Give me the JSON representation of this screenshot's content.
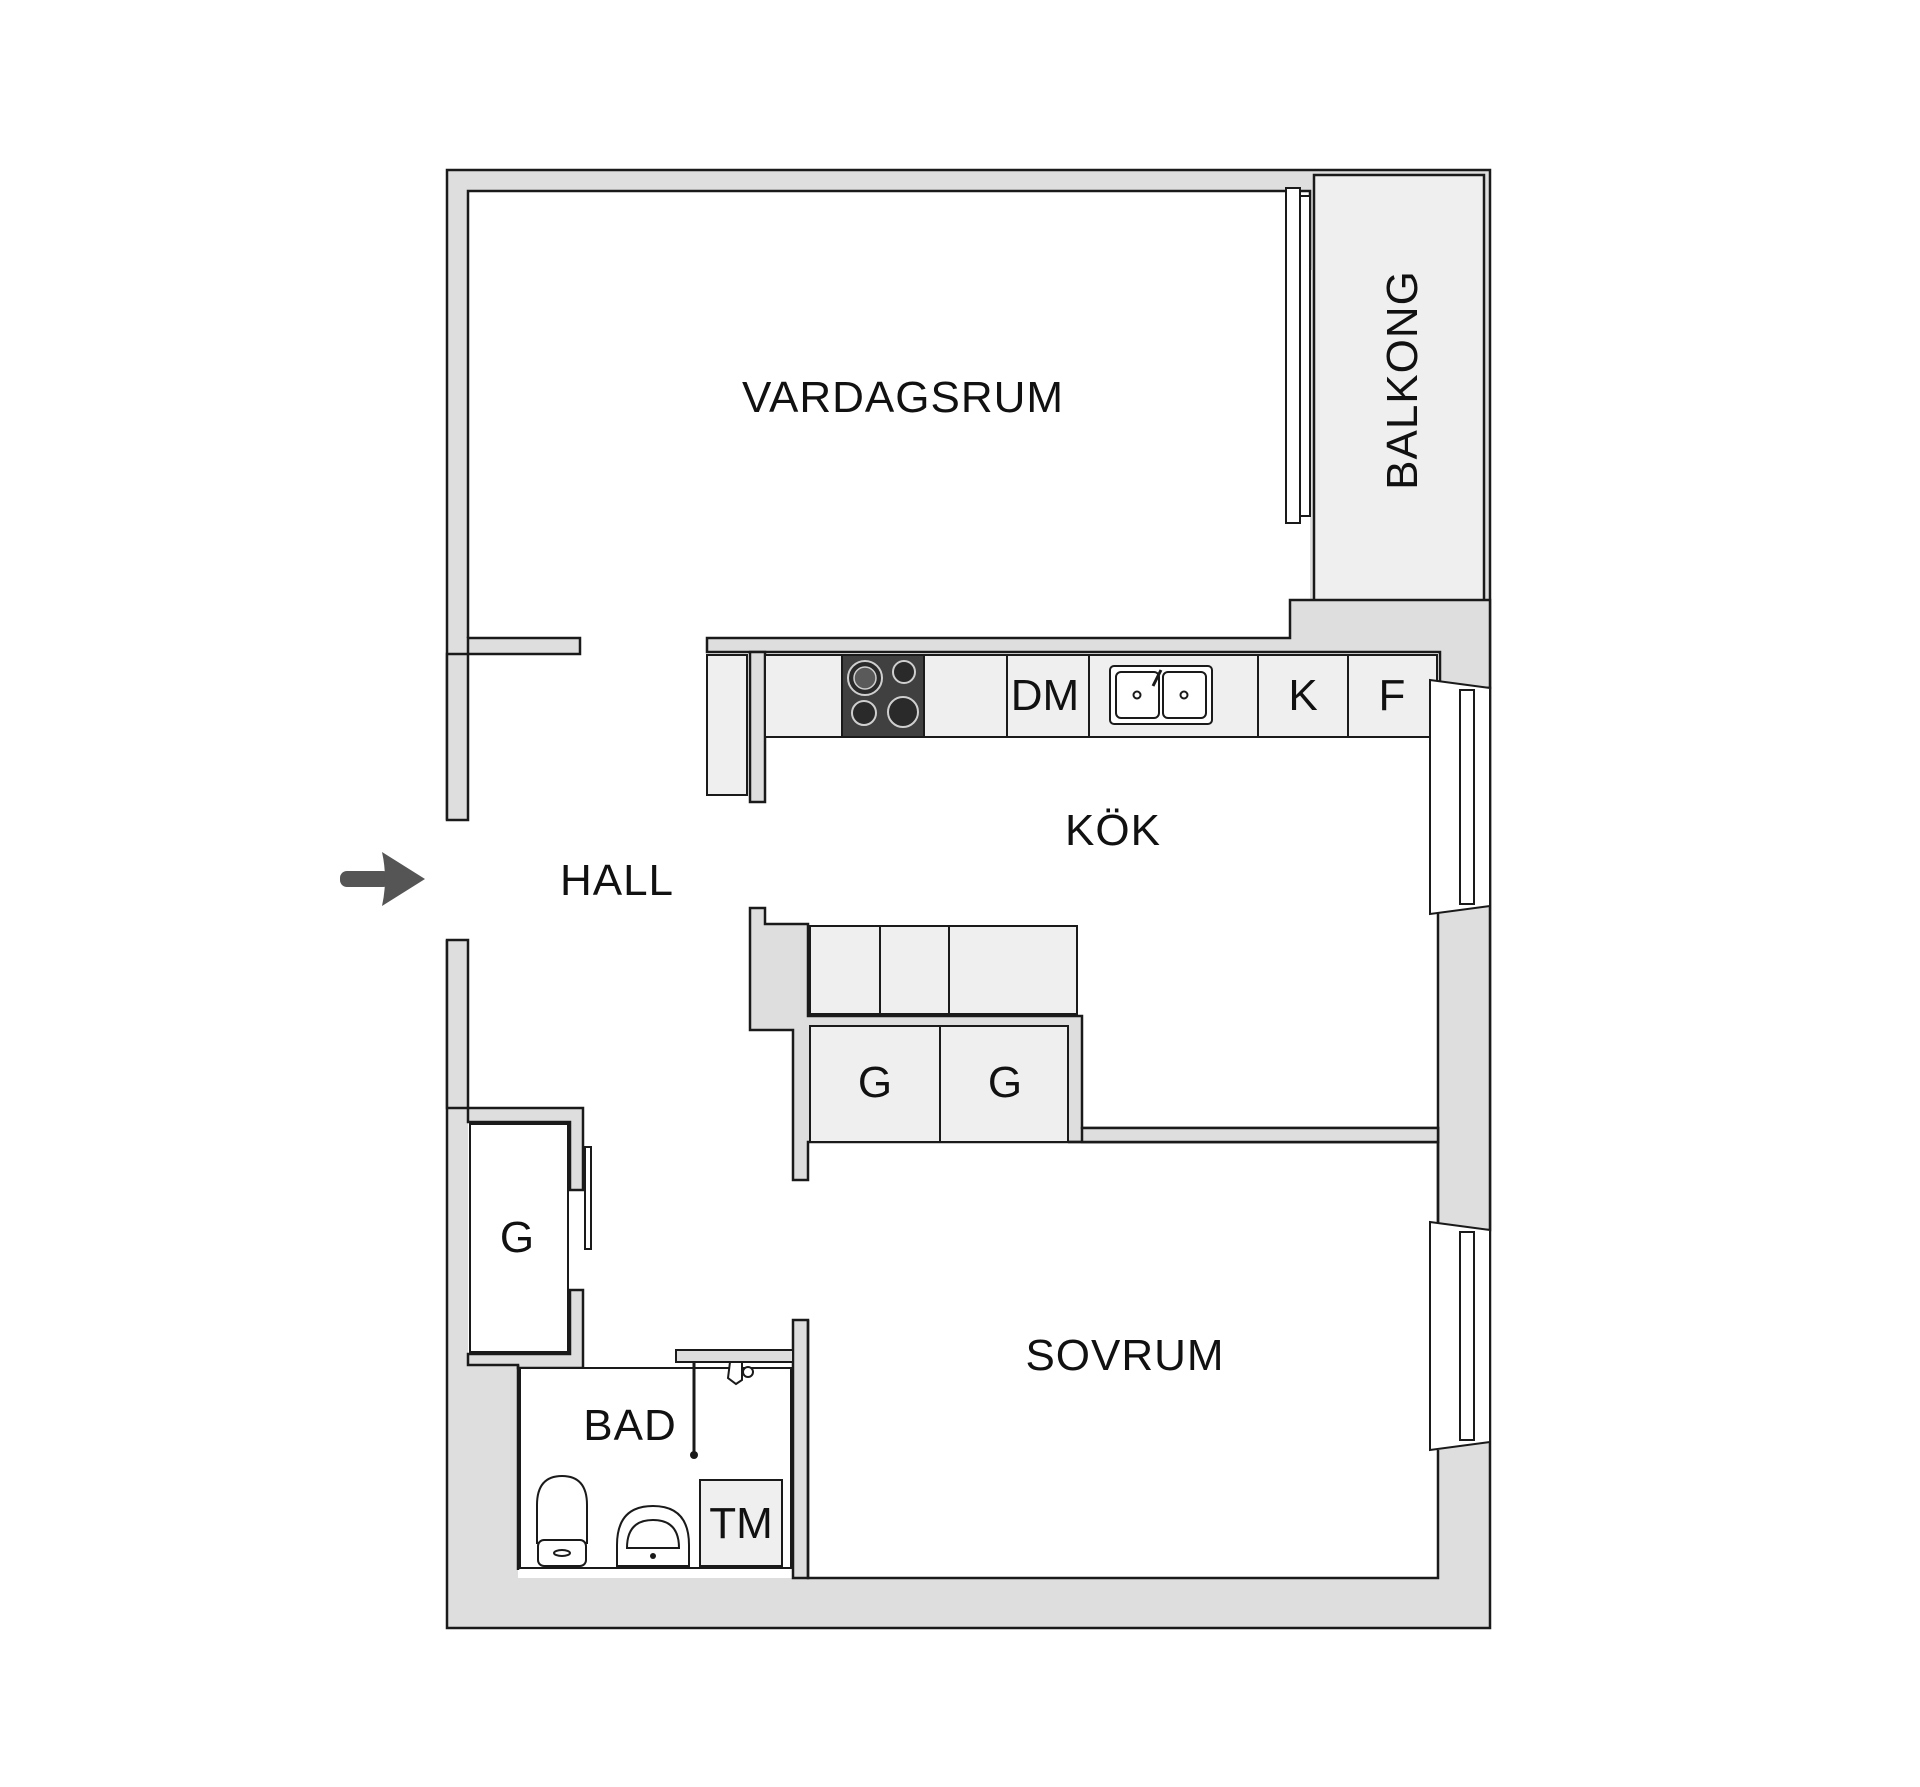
{
  "rooms": {
    "vardagsrum": "VARDAGSRUM",
    "balkong": "BALKONG",
    "hall": "HALL",
    "kok": "KÖK",
    "sovrum": "SOVRUM",
    "bad": "BAD"
  },
  "fixtures": {
    "dishwasher": "DM",
    "fridge_k": "K",
    "freezer_f": "F",
    "closet_1": "G",
    "closet_2": "G",
    "closet_hall": "G",
    "washer": "TM"
  },
  "icons": {
    "entrance": "entrance-arrow-icon",
    "stove": "stove-icon",
    "sink": "sink-icon",
    "toilet": "toilet-icon",
    "washbasin": "washbasin-icon",
    "shower": "shower-icon"
  },
  "colors": {
    "wall_fill": "#dedede",
    "outline": "#1a1a1a",
    "cabinet_fill": "#efefef",
    "stove_fill": "#404040",
    "arrow": "#555555"
  }
}
